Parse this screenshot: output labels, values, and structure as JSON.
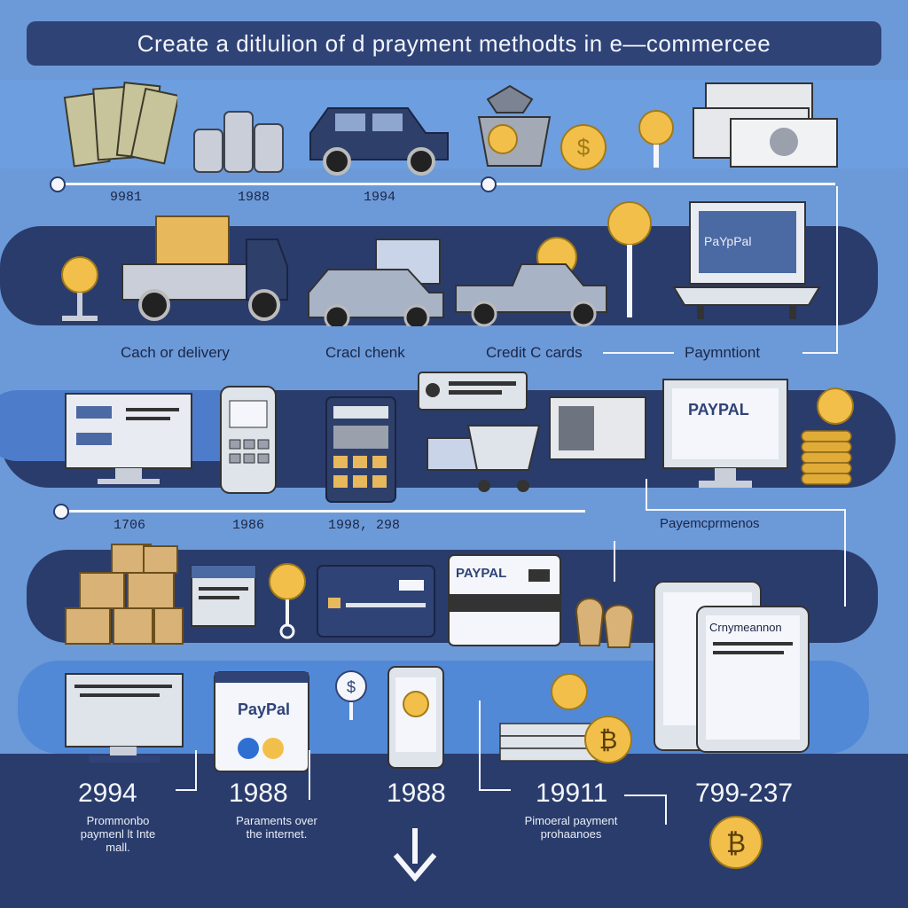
{
  "title": "Create a ditlulion of d prayment methodts in e—commercee",
  "rows": [
    {
      "years": [
        "9981",
        "1988",
        "1994"
      ]
    },
    {
      "labels": [
        "Cach or delivery",
        "Cracl chenk",
        "Credit C cards",
        "Paymntiont"
      ],
      "screen_text": "PaYpPal"
    },
    {
      "labels": [
        "Payemcprmenos"
      ],
      "years": [
        "1706",
        "1986",
        "1998, 298"
      ],
      "screen_text": "PAYPAL"
    },
    {
      "card_text": "PAYPAL"
    },
    {
      "years": [
        "2994",
        "1988",
        "1988",
        "19911",
        "799-237"
      ],
      "captions": [
        "Prommonbo paymenl lt Inte mall.",
        "Paraments over the internet.",
        "Pimoeral payment prohaanoes"
      ],
      "paypal_text": "PayPal",
      "tablet_text": "Crnymeannon"
    }
  ],
  "icons": {
    "bitcoin_symbol": "₿",
    "dollar_symbol": "$"
  },
  "colors": {
    "background": "#6c9ad8",
    "band_dark": "#2a3c6c",
    "band_light": "#5d8fd6",
    "title_bg": "#2f4377",
    "coin_gold": "#f2c04a"
  }
}
